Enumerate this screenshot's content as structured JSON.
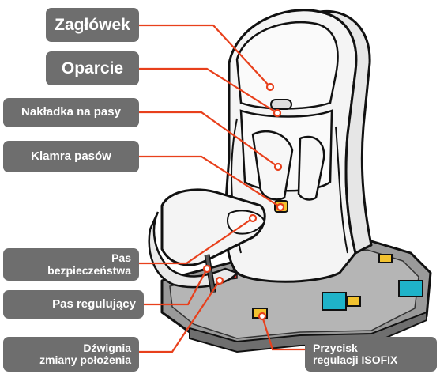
{
  "labels": {
    "headrest": "Zagłówek",
    "backrest": "Oparcie",
    "shoulder_pad": "Nakładka na pasy",
    "buckle": "Klamra pasów",
    "seat_belt": "Pas\nbezpieczeństwa",
    "adjust_strap": "Pas regulujący",
    "recline_lever": "Dźwignia\nzmiany położenia",
    "isofix_button": "Przycisk\nregulacji ISOFIX"
  },
  "colors": {
    "label_bg": "#6e6e6e",
    "leader_line": "#e8401c",
    "seat_fill": "#f4f4f4",
    "base_fill": "#9a9a9a",
    "isofix_accent": "#1fb3c9",
    "latch_yellow": "#f2c230",
    "strap_red": "#c8322a"
  }
}
